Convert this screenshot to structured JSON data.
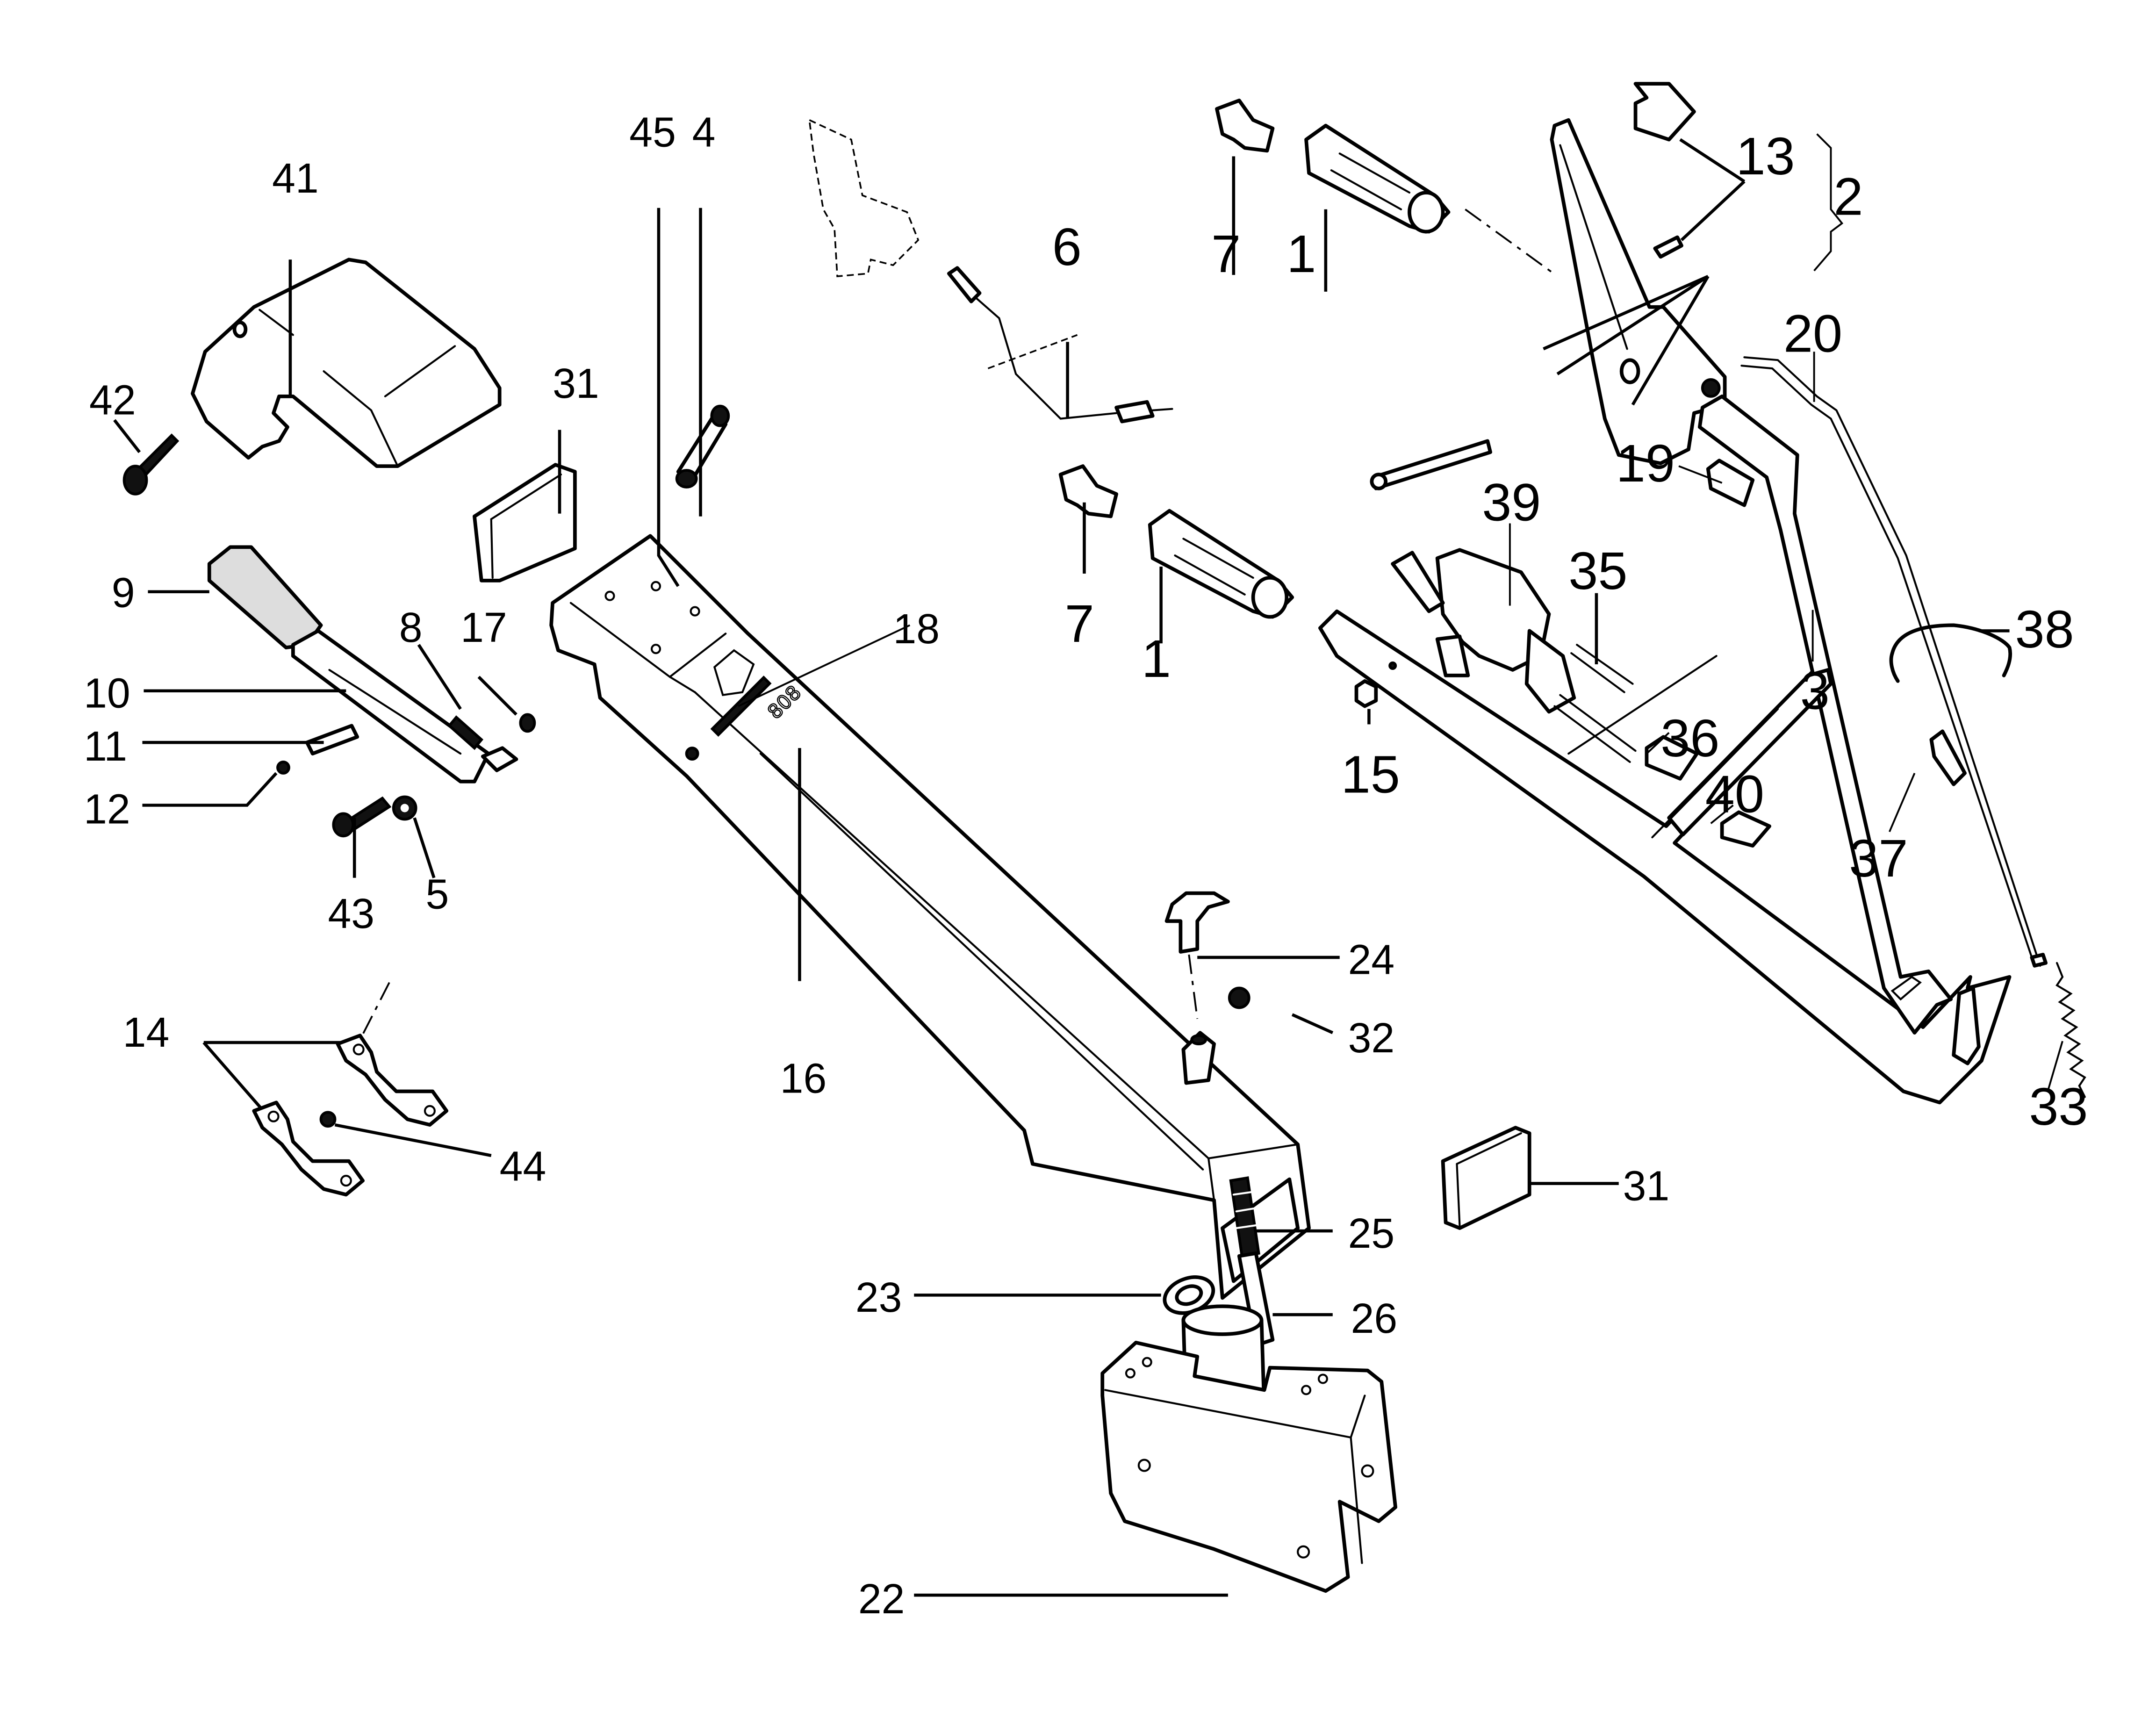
{
  "diagram": {
    "title": "Exploded parts view: steering column, handlebar and controls",
    "background": "#ffffff",
    "line_color": "#000000",
    "logo_text": "808"
  },
  "callouts": [
    {
      "id": "c41",
      "label": "41",
      "part": "handle-cover"
    },
    {
      "id": "c42",
      "label": "42",
      "part": "cover-screw"
    },
    {
      "id": "c45",
      "label": "45",
      "part": "washer"
    },
    {
      "id": "c4",
      "label": "4",
      "part": "bolt"
    },
    {
      "id": "c31a",
      "label": "31",
      "part": "end-cap-upper"
    },
    {
      "id": "c9",
      "label": "9",
      "part": "shift-knob"
    },
    {
      "id": "c10",
      "label": "10",
      "part": "shift-lever"
    },
    {
      "id": "c11",
      "label": "11",
      "part": "lever-pin"
    },
    {
      "id": "c12",
      "label": "12",
      "part": "lever-nut"
    },
    {
      "id": "c8",
      "label": "8",
      "part": "lever-spring-bolt"
    },
    {
      "id": "c17",
      "label": "17",
      "part": "lever-locknut"
    },
    {
      "id": "c43",
      "label": "43",
      "part": "pivot-bolt"
    },
    {
      "id": "c5",
      "label": "5",
      "part": "pivot-washer"
    },
    {
      "id": "c14",
      "label": "14",
      "part": "pipe-clamps"
    },
    {
      "id": "c44",
      "label": "44",
      "part": "clamp-nut"
    },
    {
      "id": "c6",
      "label": "6",
      "part": "wire-harness"
    },
    {
      "id": "c7a",
      "label": "7",
      "part": "grip-plug-upper"
    },
    {
      "id": "c1a",
      "label": "1",
      "part": "hand-grip-upper"
    },
    {
      "id": "c7b",
      "label": "7",
      "part": "grip-plug-lower"
    },
    {
      "id": "c1b",
      "label": "1",
      "part": "hand-grip-lower"
    },
    {
      "id": "c18",
      "label": "18",
      "part": "decal"
    },
    {
      "id": "c16",
      "label": "16",
      "part": "steering-column"
    },
    {
      "id": "c24",
      "label": "24",
      "part": "lock-knob"
    },
    {
      "id": "c32",
      "label": "32",
      "part": "column-nut"
    },
    {
      "id": "c25",
      "label": "25",
      "part": "spring"
    },
    {
      "id": "c26",
      "label": "26",
      "part": "lock-pin"
    },
    {
      "id": "c23",
      "label": "23",
      "part": "retaining-ring"
    },
    {
      "id": "c22",
      "label": "22",
      "part": "fork-bracket"
    },
    {
      "id": "c31b",
      "label": "31",
      "part": "end-cap-lower"
    },
    {
      "id": "c13",
      "label": "13",
      "part": "lever-clip-and-pin"
    },
    {
      "id": "c2",
      "label": "2",
      "part": "brake-lever-assembly"
    },
    {
      "id": "c20",
      "label": "20",
      "part": "control-rod"
    },
    {
      "id": "c19",
      "label": "19",
      "part": "cable-clip-upper"
    },
    {
      "id": "c39",
      "label": "39",
      "part": "throttle-control"
    },
    {
      "id": "c35",
      "label": "35",
      "part": "throttle-cable"
    },
    {
      "id": "c15",
      "label": "15",
      "part": "handlebar-nut"
    },
    {
      "id": "c3",
      "label": "3",
      "part": "handlebar"
    },
    {
      "id": "c38",
      "label": "38",
      "part": "hose-clamp"
    },
    {
      "id": "c36",
      "label": "36",
      "part": "cable-clip-a"
    },
    {
      "id": "c40",
      "label": "40",
      "part": "cable-clip-b"
    },
    {
      "id": "c37",
      "label": "37",
      "part": "cable-clip-c"
    },
    {
      "id": "c33",
      "label": "33",
      "part": "return-spring"
    }
  ]
}
